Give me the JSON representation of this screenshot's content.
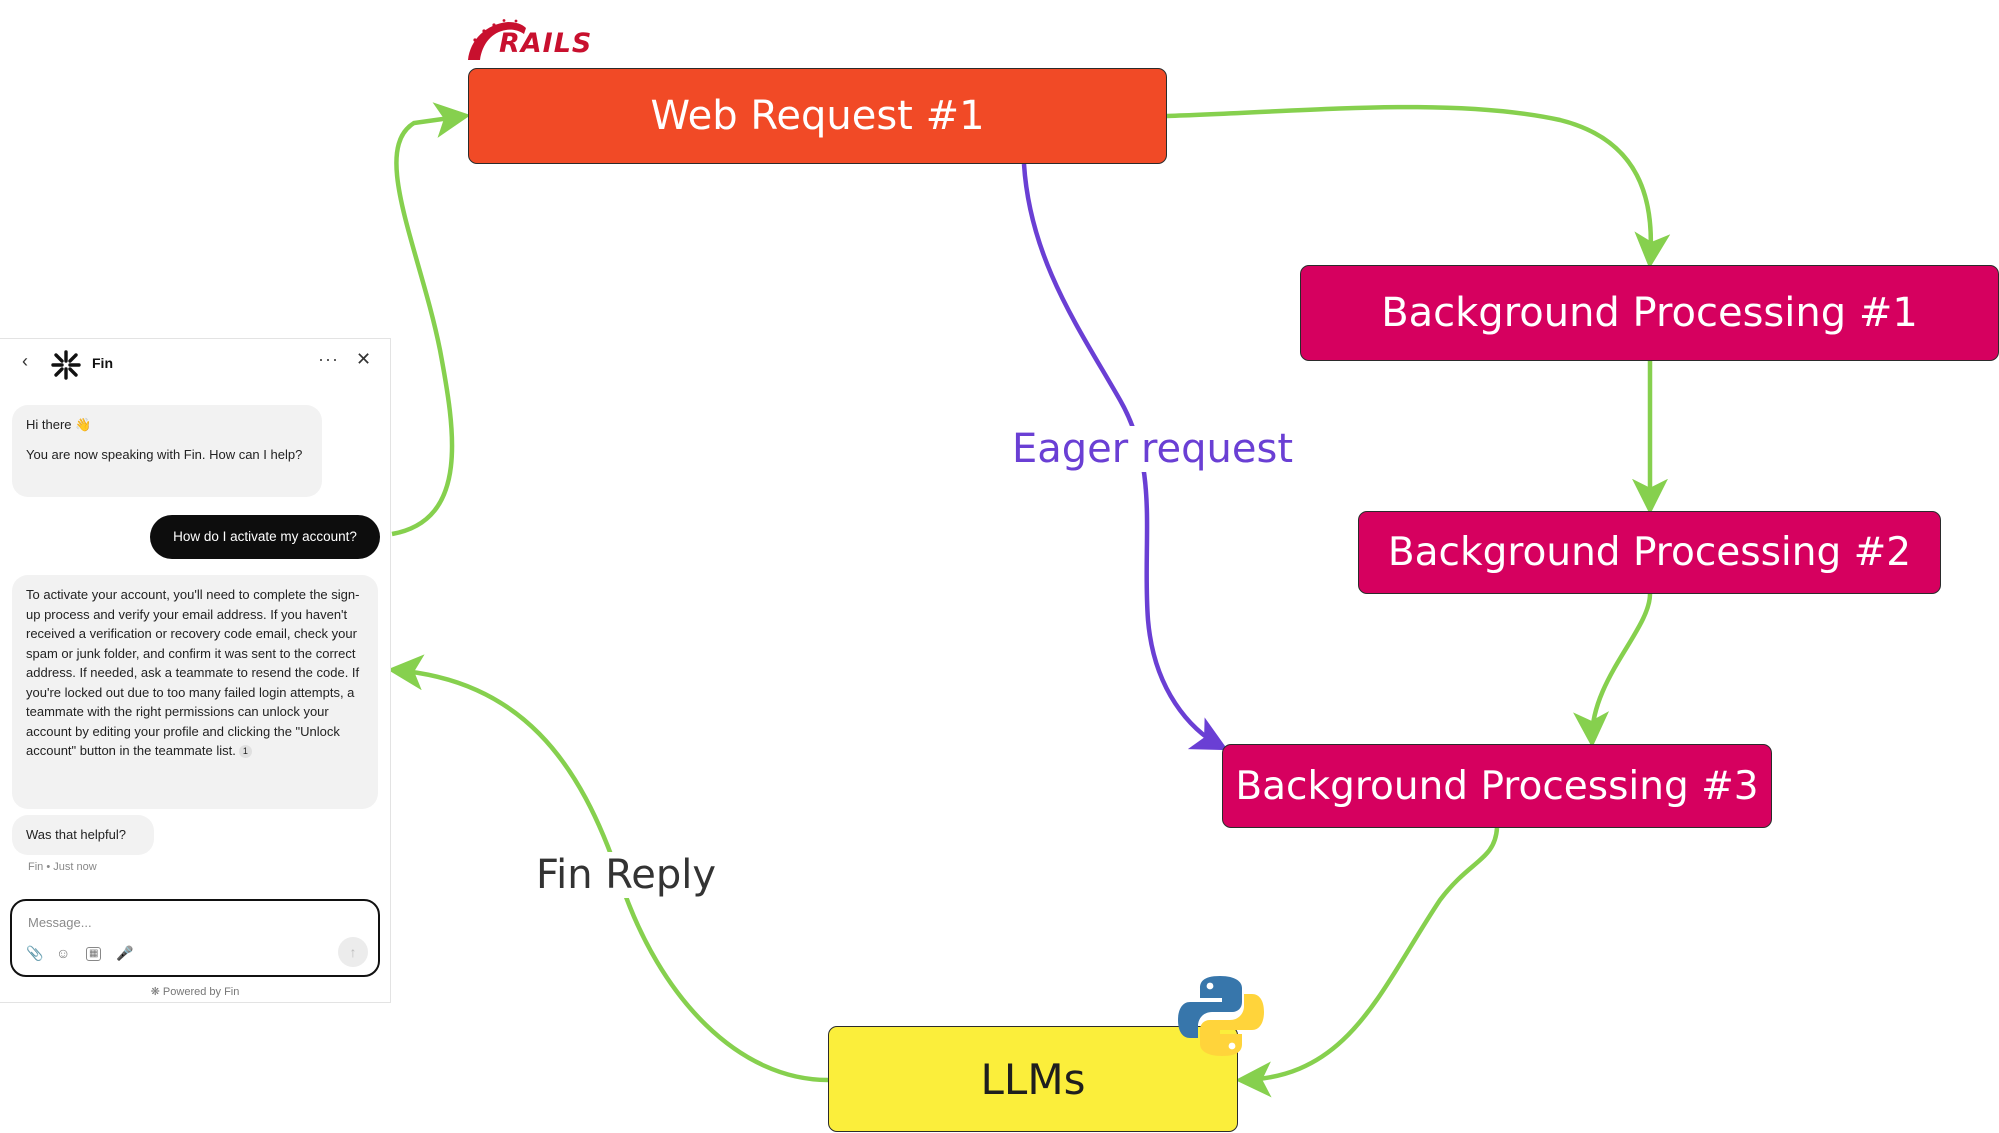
{
  "diagram": {
    "rails_logo_text": "RAILS",
    "nodes": {
      "web_request": "Web Request #1",
      "bg1": "Background Processing #1",
      "bg2": "Background Processing #2",
      "bg3": "Background Processing #3",
      "llms": "LLMs"
    },
    "edge_labels": {
      "eager": "Eager request",
      "fin_reply": "Fin Reply"
    },
    "colors": {
      "web_request": "#f14a26",
      "background": "#d6005f",
      "llms": "#fbee3b",
      "flow_arrow": "#86d04e",
      "eager_arrow": "#6a3fd4"
    }
  },
  "chat": {
    "header": {
      "back_icon": "chevron-left-icon",
      "name": "Fin",
      "more_icon": "more-horizontal-icon",
      "close_icon": "close-icon"
    },
    "greeting": {
      "line1": "Hi there 👋",
      "line2": "You are now speaking with Fin. How can I help?"
    },
    "user_message": "How do I activate my account?",
    "answer": "To activate your account, you'll need to complete the sign-up process and verify your email address. If you haven't received a verification or recovery code email, check your spam or junk folder, and confirm it was sent to the correct address. If needed, ask a teammate to resend the code. If you're locked out due to too many failed login attempts, a teammate with the right permissions can unlock your account by editing your profile and clicking the \"Unlock account\" button in the teammate list.",
    "citation": "1",
    "followup": "Was that helpful?",
    "meta": "Fin • Just now",
    "composer": {
      "placeholder": "Message...",
      "attach_icon": "paperclip-icon",
      "emoji_icon": "emoji-icon",
      "gif_icon": "gif-icon",
      "mic_icon": "microphone-icon",
      "send_icon": "send-arrow-icon"
    },
    "footer": "Powered by Fin"
  }
}
